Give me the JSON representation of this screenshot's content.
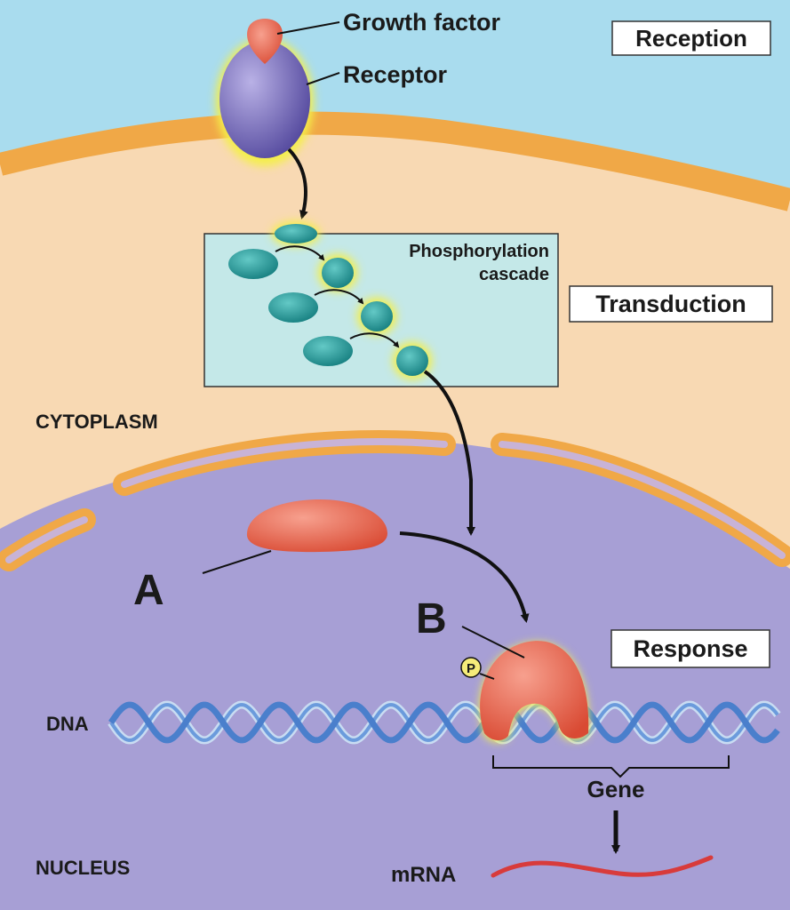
{
  "labels": {
    "growth_factor": "Growth factor",
    "receptor": "Receptor",
    "reception": "Reception",
    "phosphorylation_line1": "Phosphorylation",
    "phosphorylation_line2": "cascade",
    "transduction": "Transduction",
    "cytoplasm": "CYTOPLASM",
    "label_a": "A",
    "label_b": "B",
    "phosphate": "P",
    "response": "Response",
    "dna": "DNA",
    "gene": "Gene",
    "nucleus": "NUCLEUS",
    "mrna": "mRNA"
  },
  "colors": {
    "extracellular": "#a9dcee",
    "cytoplasm": "#f8d9b3",
    "membrane": "#f0a847",
    "nucleus": "#a79fd5",
    "cascade_box": "#c4e8e8",
    "kinase": "#2a9c9c",
    "receptor": "#6e63b0",
    "growth_factor": "#e8674f",
    "transcription_factor": "#e8674f",
    "highlight": "#f4ef4a",
    "dna": "#5f92d8",
    "mrna": "#d83b3b"
  }
}
